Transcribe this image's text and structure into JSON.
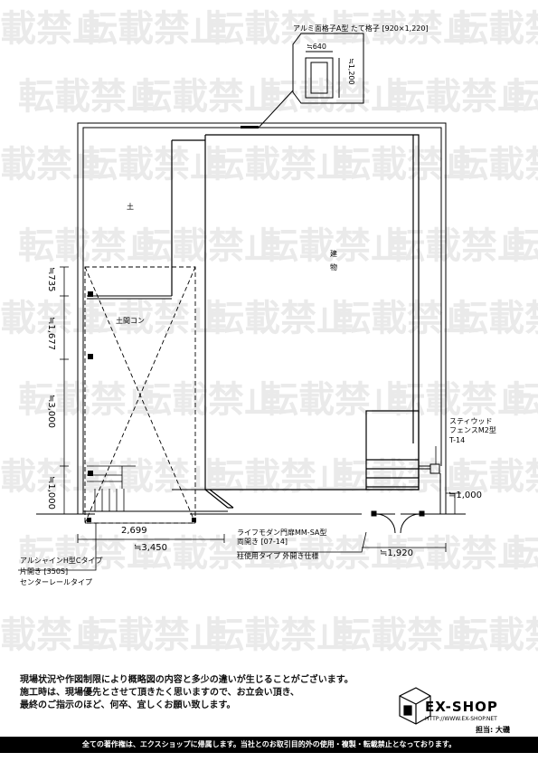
{
  "watermark": "転載禁止",
  "labels": {
    "lattice_title": "アルミ面格子A型  たて格子 [920×1,220]",
    "lattice_w": "≒640",
    "lattice_h": "≒1,200",
    "soil": "土",
    "building_1": "建",
    "building_2": "物",
    "concrete": "土間コン",
    "fence_1": "スティウッド",
    "fence_2": "フェンスM2型",
    "fence_3": "T-14",
    "gate_1": "ライフモダン門扉MM-SA型",
    "gate_2": "両開き [07-14]",
    "gate_3": "柱使用タイプ  外開き仕様",
    "carport_1": "アルシャインH型Cタイプ",
    "carport_2": "片開き [350S]",
    "carport_3": "センターレールタイプ"
  },
  "dims": {
    "d735": "≒735",
    "d1677": "≒1,677",
    "d3000": "≒3,000",
    "d1000_left": "≒1,000",
    "d2699": "2,699",
    "d3450": "≒3,450",
    "d1920": "≒1,920",
    "d1000_right": "≒1,000"
  },
  "notes": [
    "現場状況や作図制限により概略図の内容と多少の違いが生じることがございます。",
    "施工時は、現場優先とさせて頂きたく思いますので、お立会い頂き、",
    "最終のご指示のほど、何卒、宜しくお願い致します。"
  ],
  "logo": {
    "name": "EX-SHOP",
    "url": "HTTP://WWW.EX-SHOP.NET",
    "staff": "担当: 大磯"
  },
  "footer": "全ての著作権は、エクスショップに帰属します。当社とのお取引目的外の使用・複製・転載禁止となっております。"
}
